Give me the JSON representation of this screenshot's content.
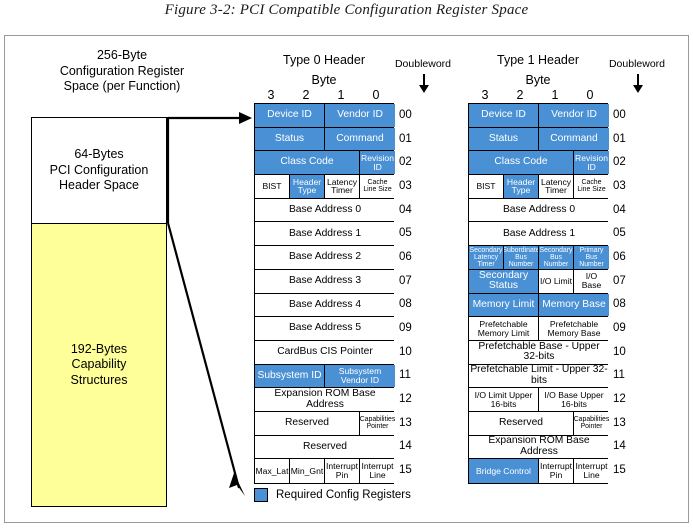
{
  "figure": {
    "caption": "Figure 3-2: PCI Compatible Configuration Register Space"
  },
  "colors": {
    "required_register_blue": "#4a90d4",
    "capability_yellow": "#ffff99",
    "frame_border": "#9a9a9a"
  },
  "left_panel": {
    "title_line1": "256-Byte",
    "title_line2": "Configuration Register",
    "title_line3": "Space (per Function)",
    "header_space": {
      "line1": "64-Bytes",
      "line2": "PCI Configuration",
      "line3": "Header Space"
    },
    "capability_space": {
      "line1": "192-Bytes",
      "line2": "Capability",
      "line3": "Structures"
    }
  },
  "axis": {
    "byte_label": "Byte",
    "doubleword_label": "Doubleword",
    "byte_numbers": [
      "3",
      "2",
      "1",
      "0"
    ]
  },
  "legend": {
    "label": "Required Config Registers"
  },
  "type0": {
    "title": "Type 0 Header",
    "doublewords": [
      "00",
      "01",
      "02",
      "03",
      "04",
      "05",
      "06",
      "07",
      "08",
      "09",
      "10",
      "11",
      "12",
      "13",
      "14",
      "15"
    ],
    "rows": [
      [
        {
          "text": "Device ID",
          "w": 70,
          "blue": true,
          "size": "f-norm"
        },
        {
          "text": "Vendor ID",
          "w": 70,
          "blue": true,
          "size": "f-norm"
        }
      ],
      [
        {
          "text": "Status",
          "w": 70,
          "blue": true,
          "size": "f-norm"
        },
        {
          "text": "Command",
          "w": 70,
          "blue": true,
          "size": "f-norm"
        }
      ],
      [
        {
          "text": "Class Code",
          "w": 105,
          "blue": true,
          "size": "f-norm"
        },
        {
          "text": "Revision ID",
          "w": 35,
          "blue": true,
          "size": "f-sm"
        }
      ],
      [
        {
          "text": "BIST",
          "w": 35,
          "blue": false,
          "size": "f-sm"
        },
        {
          "text": "Header Type",
          "w": 35,
          "blue": true,
          "size": "f-sm"
        },
        {
          "text": "Latency Timer",
          "w": 35,
          "blue": false,
          "size": "f-sm"
        },
        {
          "text": "Cache Line Size",
          "w": 35,
          "blue": false,
          "size": "f-xs"
        }
      ],
      [
        {
          "text": "Base Address 0",
          "w": 140,
          "blue": false,
          "size": "f-norm"
        }
      ],
      [
        {
          "text": "Base Address 1",
          "w": 140,
          "blue": false,
          "size": "f-norm"
        }
      ],
      [
        {
          "text": "Base Address 2",
          "w": 140,
          "blue": false,
          "size": "f-norm"
        }
      ],
      [
        {
          "text": "Base Address 3",
          "w": 140,
          "blue": false,
          "size": "f-norm"
        }
      ],
      [
        {
          "text": "Base Address 4",
          "w": 140,
          "blue": false,
          "size": "f-norm"
        }
      ],
      [
        {
          "text": "Base Address 5",
          "w": 140,
          "blue": false,
          "size": "f-norm"
        }
      ],
      [
        {
          "text": "CardBus CIS Pointer",
          "w": 140,
          "blue": false,
          "size": "f-norm"
        }
      ],
      [
        {
          "text": "Subsystem ID",
          "w": 70,
          "blue": true,
          "size": "f-norm"
        },
        {
          "text": "Subsystem Vendor ID",
          "w": 70,
          "blue": true,
          "size": "f-sm"
        }
      ],
      [
        {
          "text": "Expansion ROM Base Address",
          "w": 140,
          "blue": false,
          "size": "f-norm"
        }
      ],
      [
        {
          "text": "Reserved",
          "w": 105,
          "blue": false,
          "size": "f-norm"
        },
        {
          "text": "Capabilities Pointer",
          "w": 35,
          "blue": false,
          "size": "f-xs"
        }
      ],
      [
        {
          "text": "Reserved",
          "w": 140,
          "blue": false,
          "size": "f-norm"
        }
      ],
      [
        {
          "text": "Max_Lat",
          "w": 35,
          "blue": false,
          "size": "f-sm"
        },
        {
          "text": "Min_Gnt",
          "w": 35,
          "blue": false,
          "size": "f-sm"
        },
        {
          "text": "Interrupt Pin",
          "w": 35,
          "blue": false,
          "size": "f-sm"
        },
        {
          "text": "Interrupt Line",
          "w": 35,
          "blue": false,
          "size": "f-sm"
        }
      ]
    ]
  },
  "type1": {
    "title": "Type 1 Header",
    "doublewords": [
      "00",
      "01",
      "02",
      "03",
      "04",
      "05",
      "06",
      "07",
      "08",
      "09",
      "10",
      "11",
      "12",
      "13",
      "14",
      "15"
    ],
    "rows": [
      [
        {
          "text": "Device ID",
          "w": 70,
          "blue": true,
          "size": "f-norm"
        },
        {
          "text": "Vendor ID",
          "w": 70,
          "blue": true,
          "size": "f-norm"
        }
      ],
      [
        {
          "text": "Status",
          "w": 70,
          "blue": true,
          "size": "f-norm"
        },
        {
          "text": "Command",
          "w": 70,
          "blue": true,
          "size": "f-norm"
        }
      ],
      [
        {
          "text": "Class Code",
          "w": 105,
          "blue": true,
          "size": "f-norm"
        },
        {
          "text": "Revision ID",
          "w": 35,
          "blue": true,
          "size": "f-sm"
        }
      ],
      [
        {
          "text": "BIST",
          "w": 35,
          "blue": false,
          "size": "f-sm"
        },
        {
          "text": "Header Type",
          "w": 35,
          "blue": true,
          "size": "f-sm"
        },
        {
          "text": "Latency Timer",
          "w": 35,
          "blue": false,
          "size": "f-sm"
        },
        {
          "text": "Cache Line Size",
          "w": 35,
          "blue": false,
          "size": "f-xs"
        }
      ],
      [
        {
          "text": "Base Address 0",
          "w": 140,
          "blue": false,
          "size": "f-norm"
        }
      ],
      [
        {
          "text": "Base Address 1",
          "w": 140,
          "blue": false,
          "size": "f-norm"
        }
      ],
      [
        {
          "text": "Secondary Latency Timer",
          "w": 35,
          "blue": true,
          "size": "f-xs"
        },
        {
          "text": "Subordinate Bus Number",
          "w": 35,
          "blue": true,
          "size": "f-xs"
        },
        {
          "text": "Secondary Bus Number",
          "w": 35,
          "blue": true,
          "size": "f-xs"
        },
        {
          "text": "Primary Bus Number",
          "w": 35,
          "blue": true,
          "size": "f-xs"
        }
      ],
      [
        {
          "text": "Secondary Status",
          "w": 70,
          "blue": true,
          "size": "f-norm"
        },
        {
          "text": "I/O Limit",
          "w": 35,
          "blue": false,
          "size": "f-sm"
        },
        {
          "text": "I/O Base",
          "w": 35,
          "blue": false,
          "size": "f-sm"
        }
      ],
      [
        {
          "text": "Memory Limit",
          "w": 70,
          "blue": true,
          "size": "f-norm"
        },
        {
          "text": "Memory Base",
          "w": 70,
          "blue": true,
          "size": "f-norm"
        }
      ],
      [
        {
          "text": "Prefetchable Memory Limit",
          "w": 70,
          "blue": false,
          "size": "f-sm"
        },
        {
          "text": "Prefetchable Memory Base",
          "w": 70,
          "blue": false,
          "size": "f-sm"
        }
      ],
      [
        {
          "text": "Prefetchable Base - Upper 32-bits",
          "w": 140,
          "blue": false,
          "size": "f-norm"
        }
      ],
      [
        {
          "text": "Prefetchable Limit - Upper 32-bits",
          "w": 140,
          "blue": false,
          "size": "f-norm"
        }
      ],
      [
        {
          "text": "I/O Limit Upper 16-bits",
          "w": 70,
          "blue": false,
          "size": "f-sm"
        },
        {
          "text": "I/O Base Upper 16-bits",
          "w": 70,
          "blue": false,
          "size": "f-sm"
        }
      ],
      [
        {
          "text": "Reserved",
          "w": 105,
          "blue": false,
          "size": "f-norm"
        },
        {
          "text": "Capabilities Pointer",
          "w": 35,
          "blue": false,
          "size": "f-xs"
        }
      ],
      [
        {
          "text": "Expansion ROM Base Address",
          "w": 140,
          "blue": false,
          "size": "f-norm"
        }
      ],
      [
        {
          "text": "Bridge Control",
          "w": 70,
          "blue": true,
          "size": "f-sm"
        },
        {
          "text": "Interrupt Pin",
          "w": 35,
          "blue": false,
          "size": "f-sm"
        },
        {
          "text": "Interrupt Line",
          "w": 35,
          "blue": false,
          "size": "f-sm"
        }
      ]
    ]
  }
}
